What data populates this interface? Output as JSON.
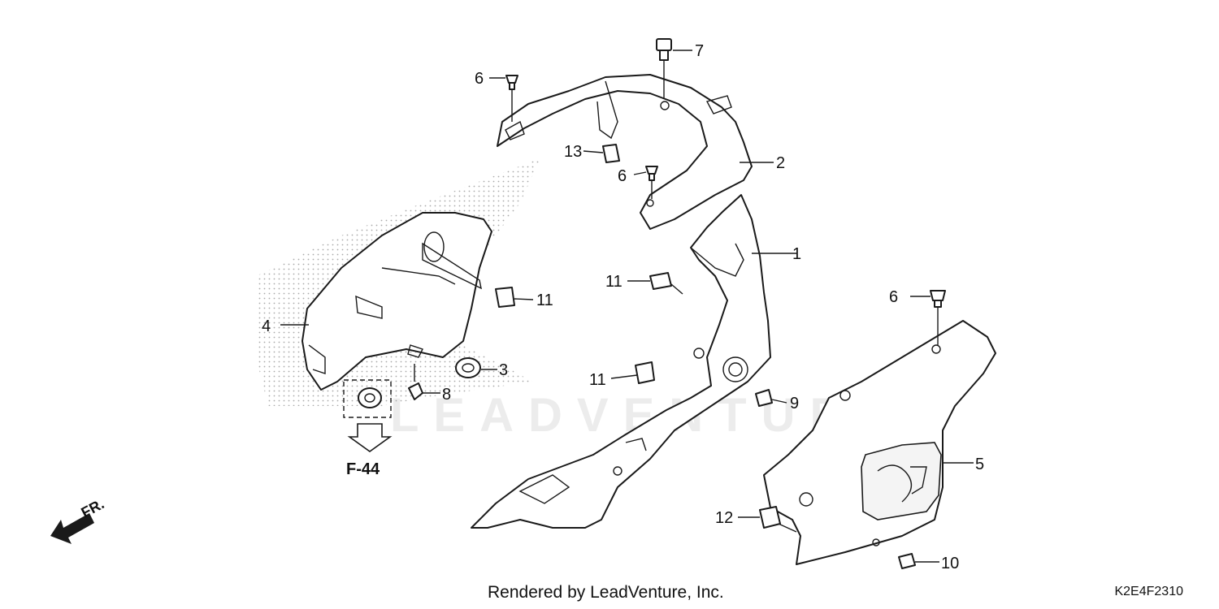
{
  "callouts": {
    "c1": "1",
    "c2": "2",
    "c3": "3",
    "c4": "4",
    "c5": "5",
    "c6a": "6",
    "c6b": "6",
    "c6c": "6",
    "c7": "7",
    "c8": "8",
    "c9": "9",
    "c10": "10",
    "c11a": "11",
    "c11b": "11",
    "c11c": "11",
    "c12": "12",
    "c13": "13"
  },
  "reference_label": "F-44",
  "direction_label": "FR.",
  "watermark": "LEADVENTURE",
  "credit": "Rendered by LeadVenture, Inc.",
  "diagram_code": "K2E4F2310"
}
